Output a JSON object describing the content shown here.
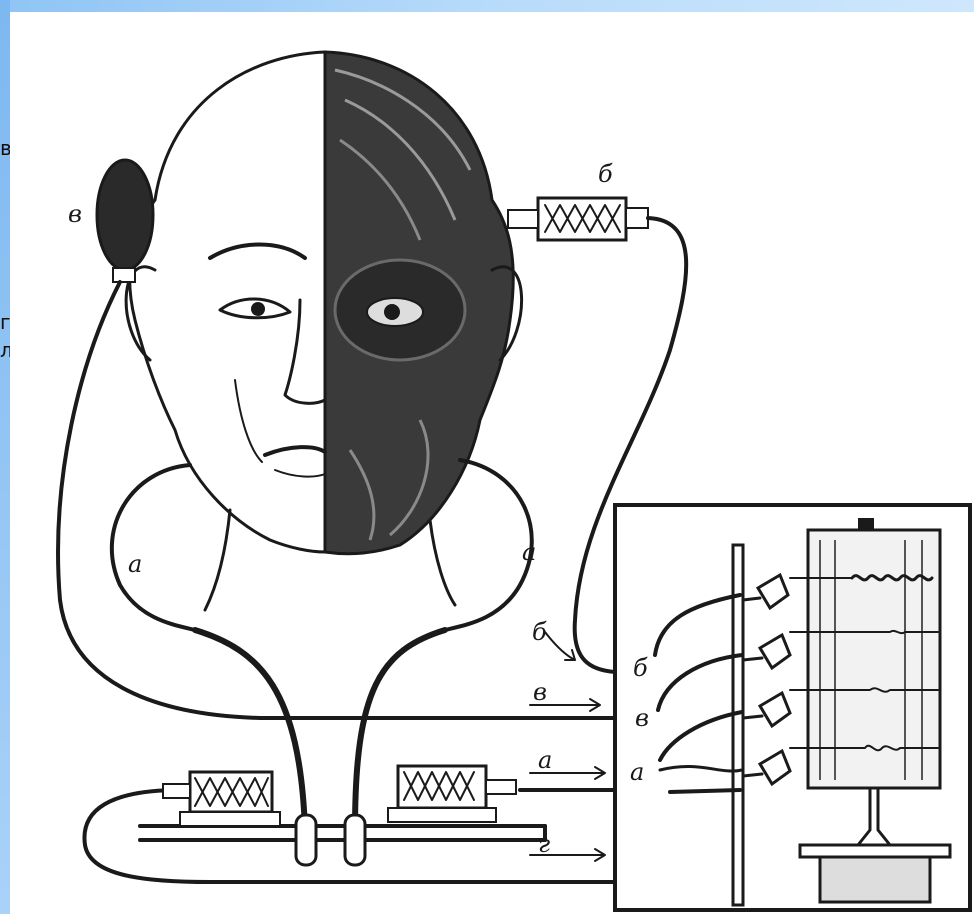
{
  "edge_glyphs": [
    "в",
    "г",
    "л"
  ],
  "labels": {
    "a": "а",
    "b": "б",
    "v": "в"
  },
  "colors": {
    "ink": "#1a1a1a",
    "frame": "#9ccbf6"
  }
}
